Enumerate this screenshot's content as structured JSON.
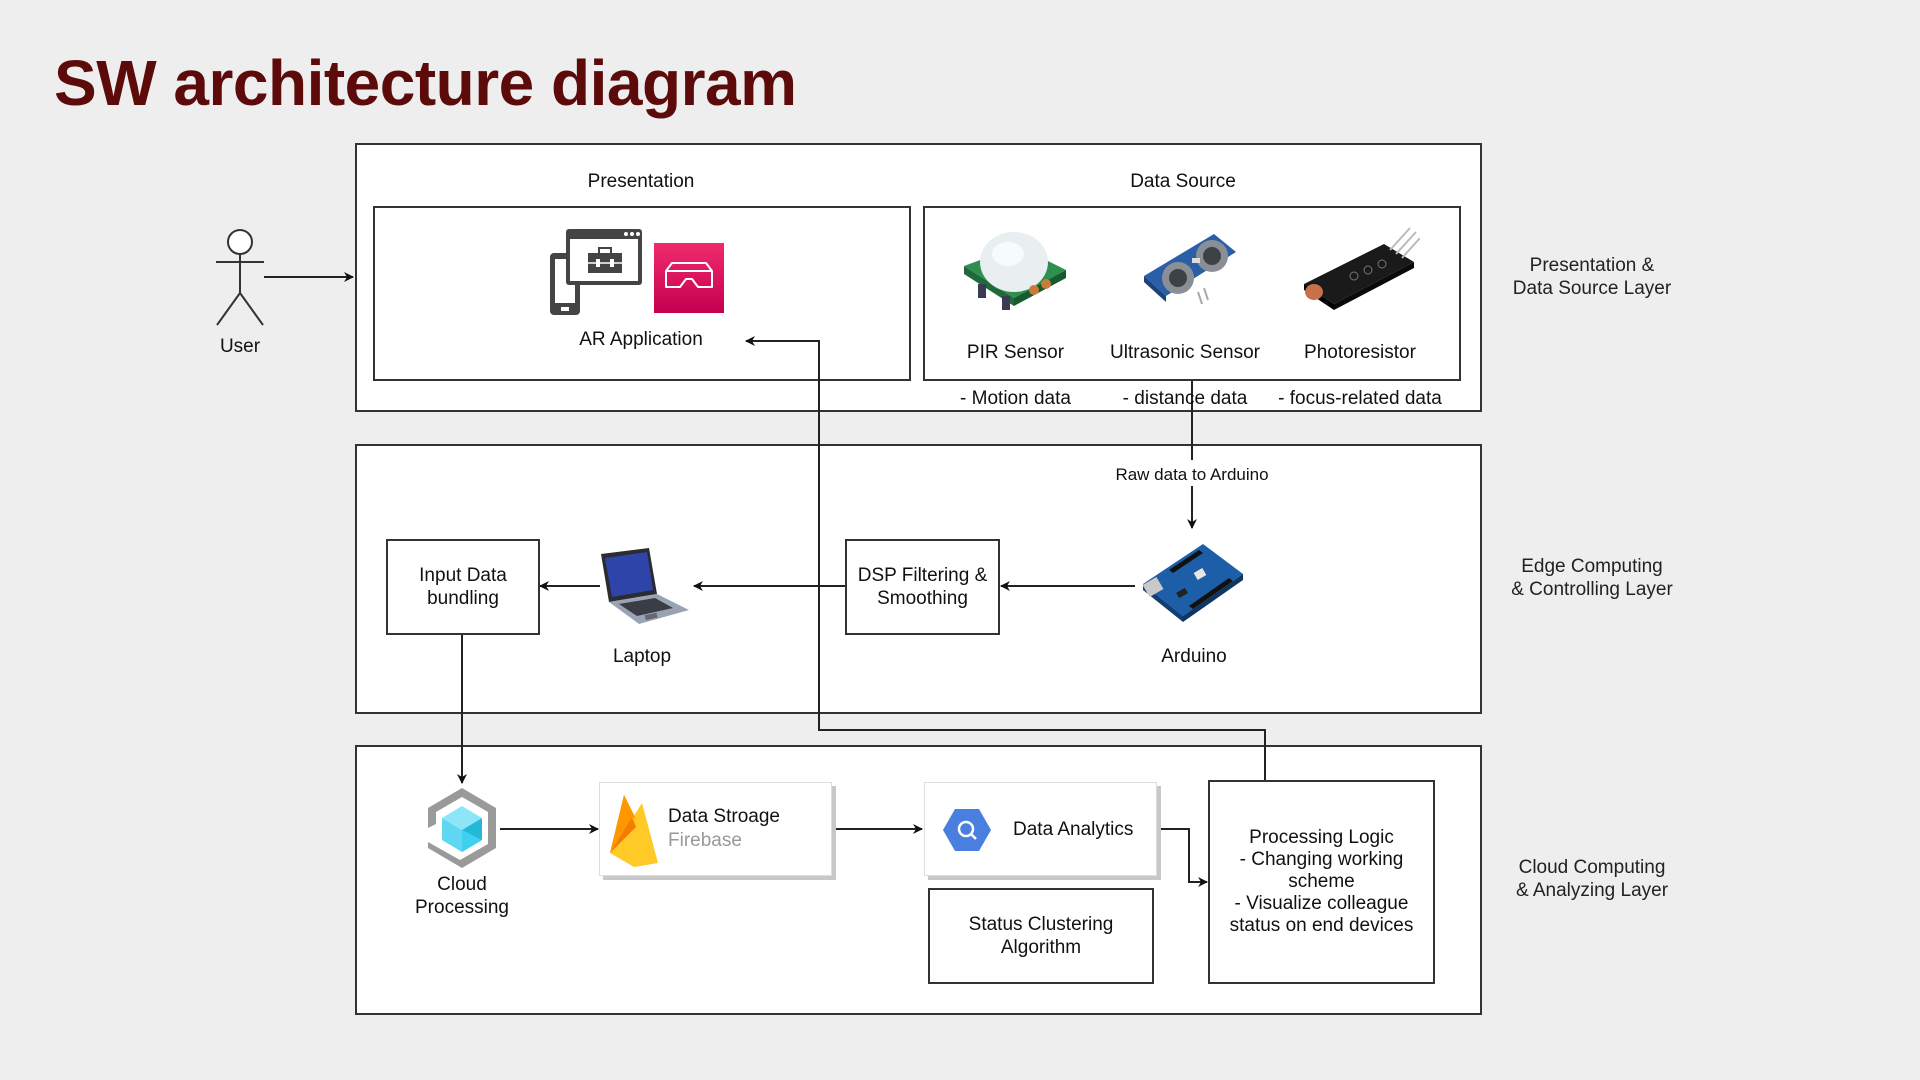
{
  "title": "SW architecture diagram",
  "actor": {
    "label": "User"
  },
  "layers": [
    {
      "label": "Presentation &\nData Source Layer"
    },
    {
      "label": "Edge Computing\n& Controlling Layer"
    },
    {
      "label": "Cloud Computing\n& Analyzing Layer"
    }
  ],
  "presentation": {
    "group_label": "Presentation",
    "app_label": "AR Application"
  },
  "data_source": {
    "group_label": "Data Source",
    "sensors": [
      {
        "name": "PIR Sensor",
        "detail": "- Motion data"
      },
      {
        "name": "Ultrasonic Sensor",
        "detail": "- distance data"
      },
      {
        "name": "Photoresistor",
        "detail": "- focus-related data"
      }
    ]
  },
  "edge": {
    "raw_data_label": "Raw data to Arduino",
    "arduino_label": "Arduino",
    "dsp_label": "DSP Filtering &\nSmoothing",
    "laptop_label": "Laptop",
    "bundling_label": "Input Data\nbundling"
  },
  "cloud": {
    "processing_label": "Cloud\nProcessing",
    "storage_title": "Data Stroage",
    "storage_subtitle": "Firebase",
    "analytics_label": "Data Analytics",
    "clustering_label": "Status Clustering\nAlgorithm",
    "logic_label": "Processing Logic\n- Changing working\nscheme\n- Visualize colleague\nstatus on end devices"
  },
  "colors": {
    "title": "#5c0a0a",
    "ar_pink": "#d6105e",
    "firebase_orange": "#f5a623",
    "bigquery_blue": "#4a7fe0",
    "cube_cyan": "#3fd0f0"
  }
}
